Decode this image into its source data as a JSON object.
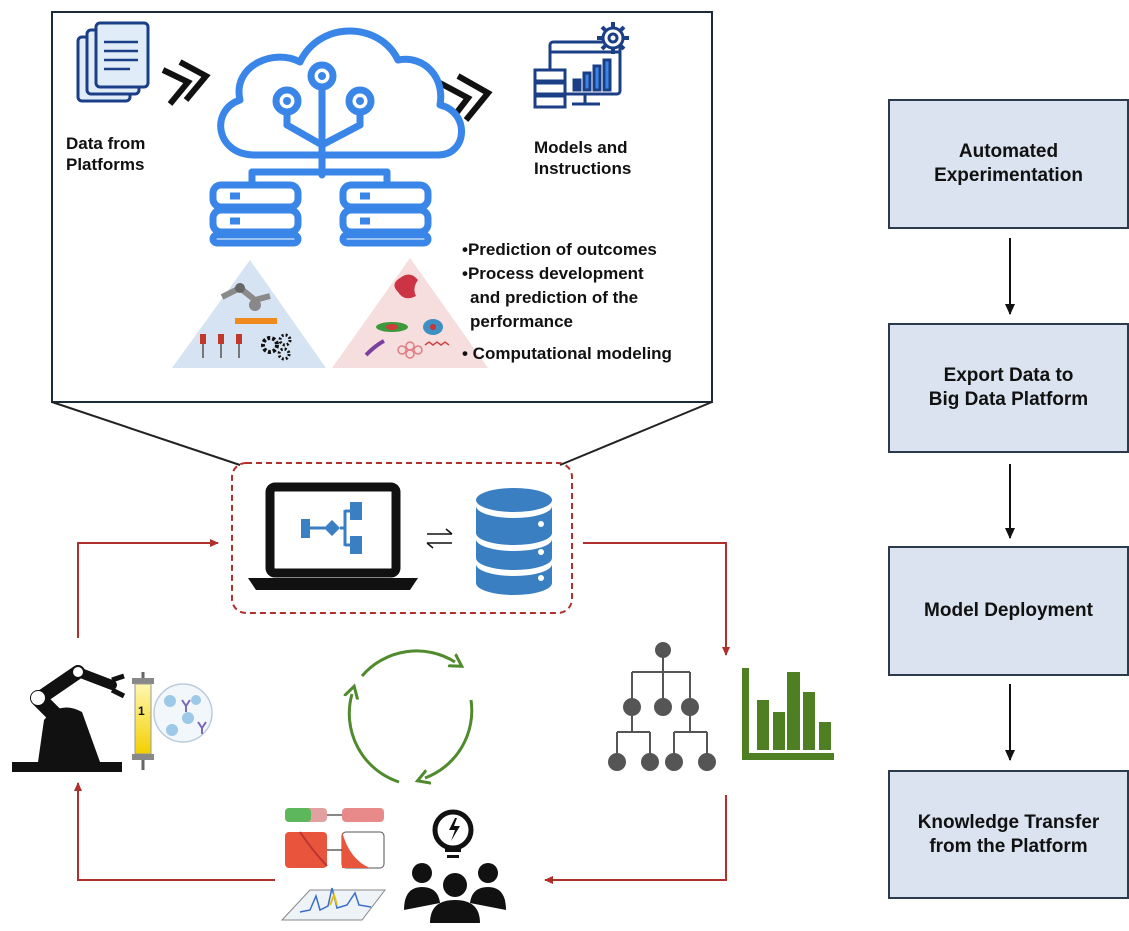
{
  "top_panel": {
    "data_label": [
      "Data from",
      "Platforms"
    ],
    "models_label": [
      "Models and",
      "Instructions"
    ],
    "bullets": [
      "•Prediction of outcomes",
      "•Process development",
      "and prediction of the",
      "performance",
      "• Computational modeling"
    ]
  },
  "middle": {
    "robot_vial_label": "1"
  },
  "flowchart": {
    "steps": [
      [
        "Automated",
        "Experimentation"
      ],
      [
        "Export Data to",
        "Big Data Platform"
      ],
      [
        "Model Deployment"
      ],
      [
        "Knowledge Transfer",
        "from the Platform"
      ]
    ]
  },
  "colors": {
    "cloud_blue": "#3a86e8",
    "navy": "#1a3f86",
    "cycle_red": "#b0302c",
    "cycle_green": "#4f8a2c",
    "flow_box_fill": "#dae3ef",
    "bars_green": "#4f7f23"
  }
}
